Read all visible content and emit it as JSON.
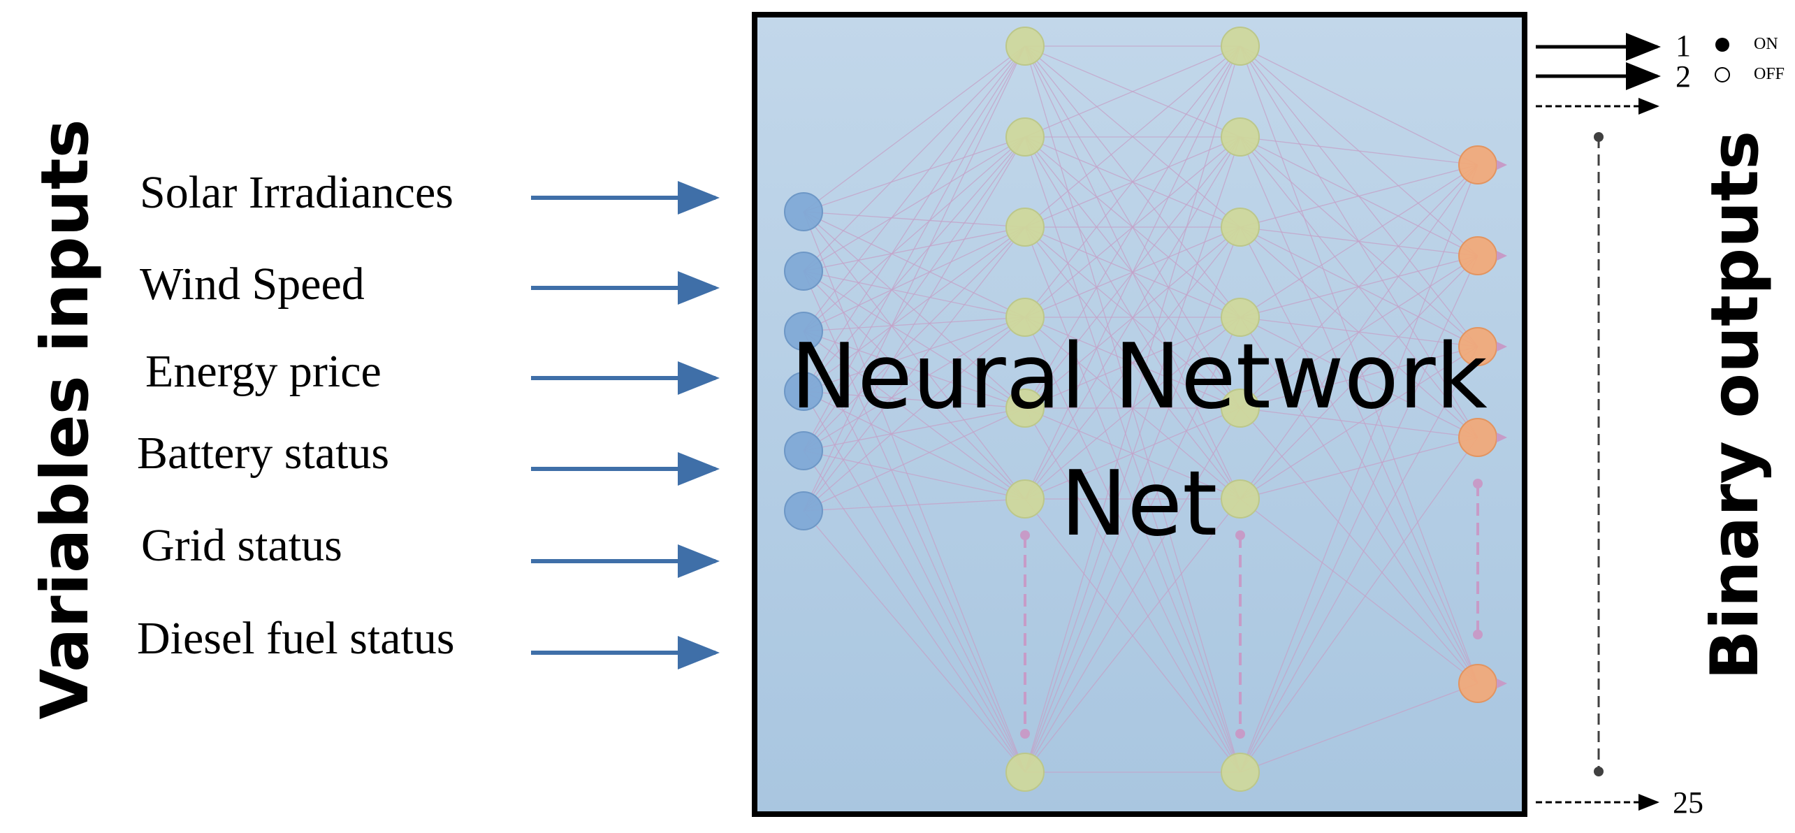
{
  "left_title": "Variables inputs",
  "right_title": "Binary outputs",
  "center_label": {
    "line1": "Neural Network",
    "line2": "Net"
  },
  "inputs": [
    "Solar Irradiances",
    "Wind Speed",
    "Energy price",
    "Battery status",
    "Grid status",
    "Diesel fuel status"
  ],
  "output_indices": {
    "first": "1",
    "second": "2",
    "last": "25"
  },
  "legend": {
    "on_label": "ON",
    "off_label": "OFF"
  },
  "network": {
    "input_nodes": 6,
    "hidden1_nodes_shown": 7,
    "hidden2_nodes_shown": 7,
    "output_nodes_shown": 5
  },
  "colors": {
    "panel_fill": "#b3cde5",
    "panel_border": "#000000",
    "input_node": "#7fa8d6",
    "hidden_node": "#cfd89a",
    "output_node": "#f2a877",
    "connection": "#c4a3c8",
    "arrow_blue": "#3f6fa8",
    "dashed_gray": "#404040"
  }
}
